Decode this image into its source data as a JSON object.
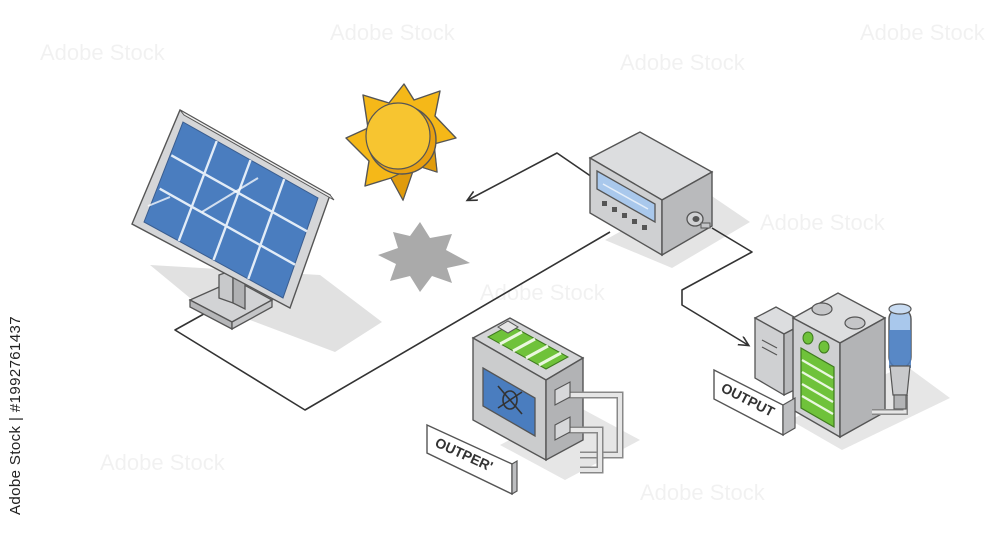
{
  "labels": {
    "battery_tag": "OUTPER'",
    "output_tag": "OUTPUT"
  },
  "side_caption": {
    "id_text": "Adobe Stock | #1992761437"
  },
  "colors": {
    "panel_blue": "#4a7dbf",
    "sun_yellow": "#f5b818",
    "sun_orange": "#e8a010",
    "device_gray": "#cfd0d2",
    "screen_blue": "#a9c8ec",
    "charge_green": "#6fc23a",
    "wire": "#333333",
    "shadow": "#e0e0e0"
  },
  "icons": [
    "solar-panel-icon",
    "sun-icon",
    "charge-controller-icon",
    "battery-icon",
    "inverter-icon",
    "water-tank-icon"
  ]
}
